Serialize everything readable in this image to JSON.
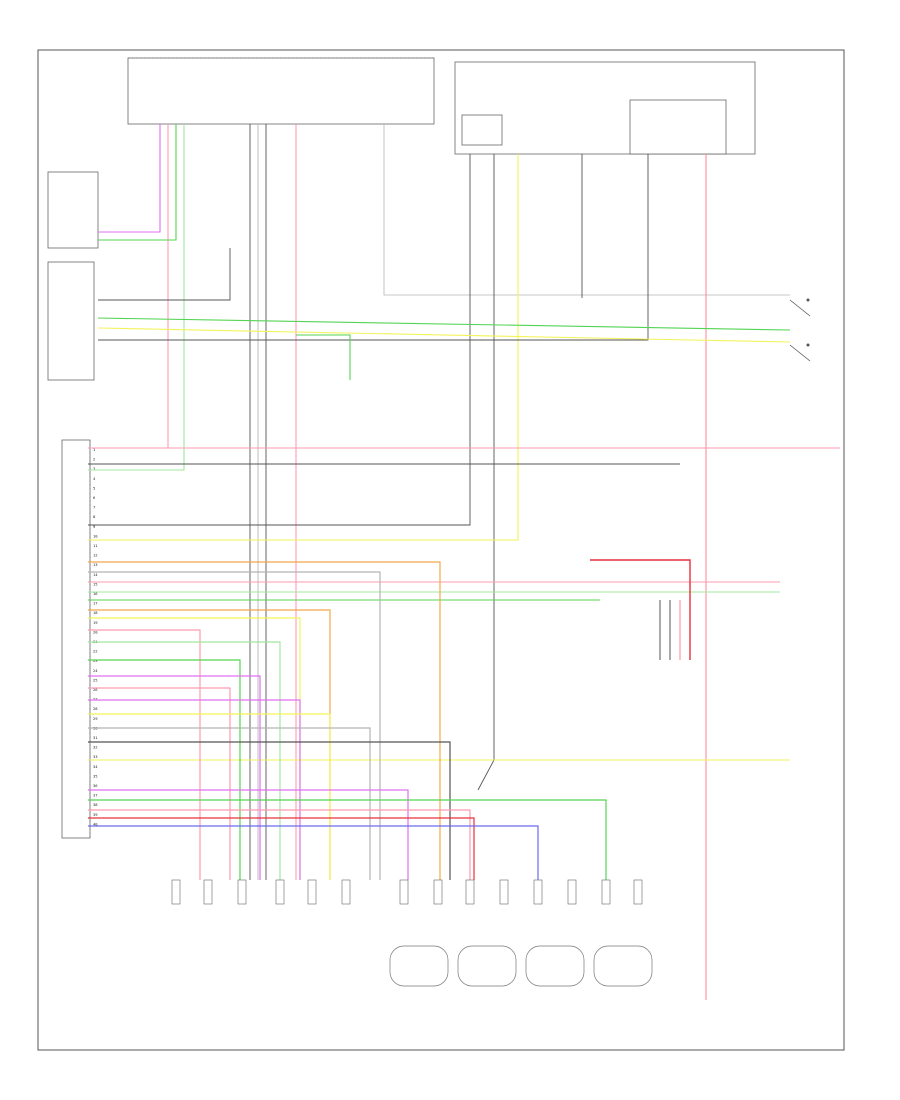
{
  "diagram": {
    "page_code": "",
    "footer_code": "",
    "sections": {
      "top_left_module": "",
      "abs_module": "",
      "right_module": "",
      "brake_switch": "",
      "abs_control_module": ""
    },
    "wire_colors": {
      "black": "#555555",
      "red": "#ff8c9c",
      "pink": "#ff9bb0",
      "green": "#53d453",
      "light_green": "#9fe89f",
      "yellow": "#f3f35a",
      "orange": "#f2a94a",
      "blue": "#6a6af0",
      "violet": "#e070f0",
      "gray": "#b5b5b5",
      "red_solid": "#e8303c"
    },
    "sensor_labels": [
      "",
      "",
      "",
      ""
    ],
    "connector_rows": [
      "1",
      "2",
      "3",
      "4",
      "5",
      "6",
      "7",
      "8",
      "9",
      "10",
      "11",
      "12",
      "13",
      "14",
      "15",
      "16",
      "17",
      "18",
      "19",
      "20",
      "21",
      "22",
      "23",
      "24",
      "25",
      "26",
      "27",
      "28",
      "29",
      "30",
      "31",
      "32",
      "33",
      "34",
      "35",
      "36",
      "37",
      "38",
      "39",
      "40"
    ]
  }
}
